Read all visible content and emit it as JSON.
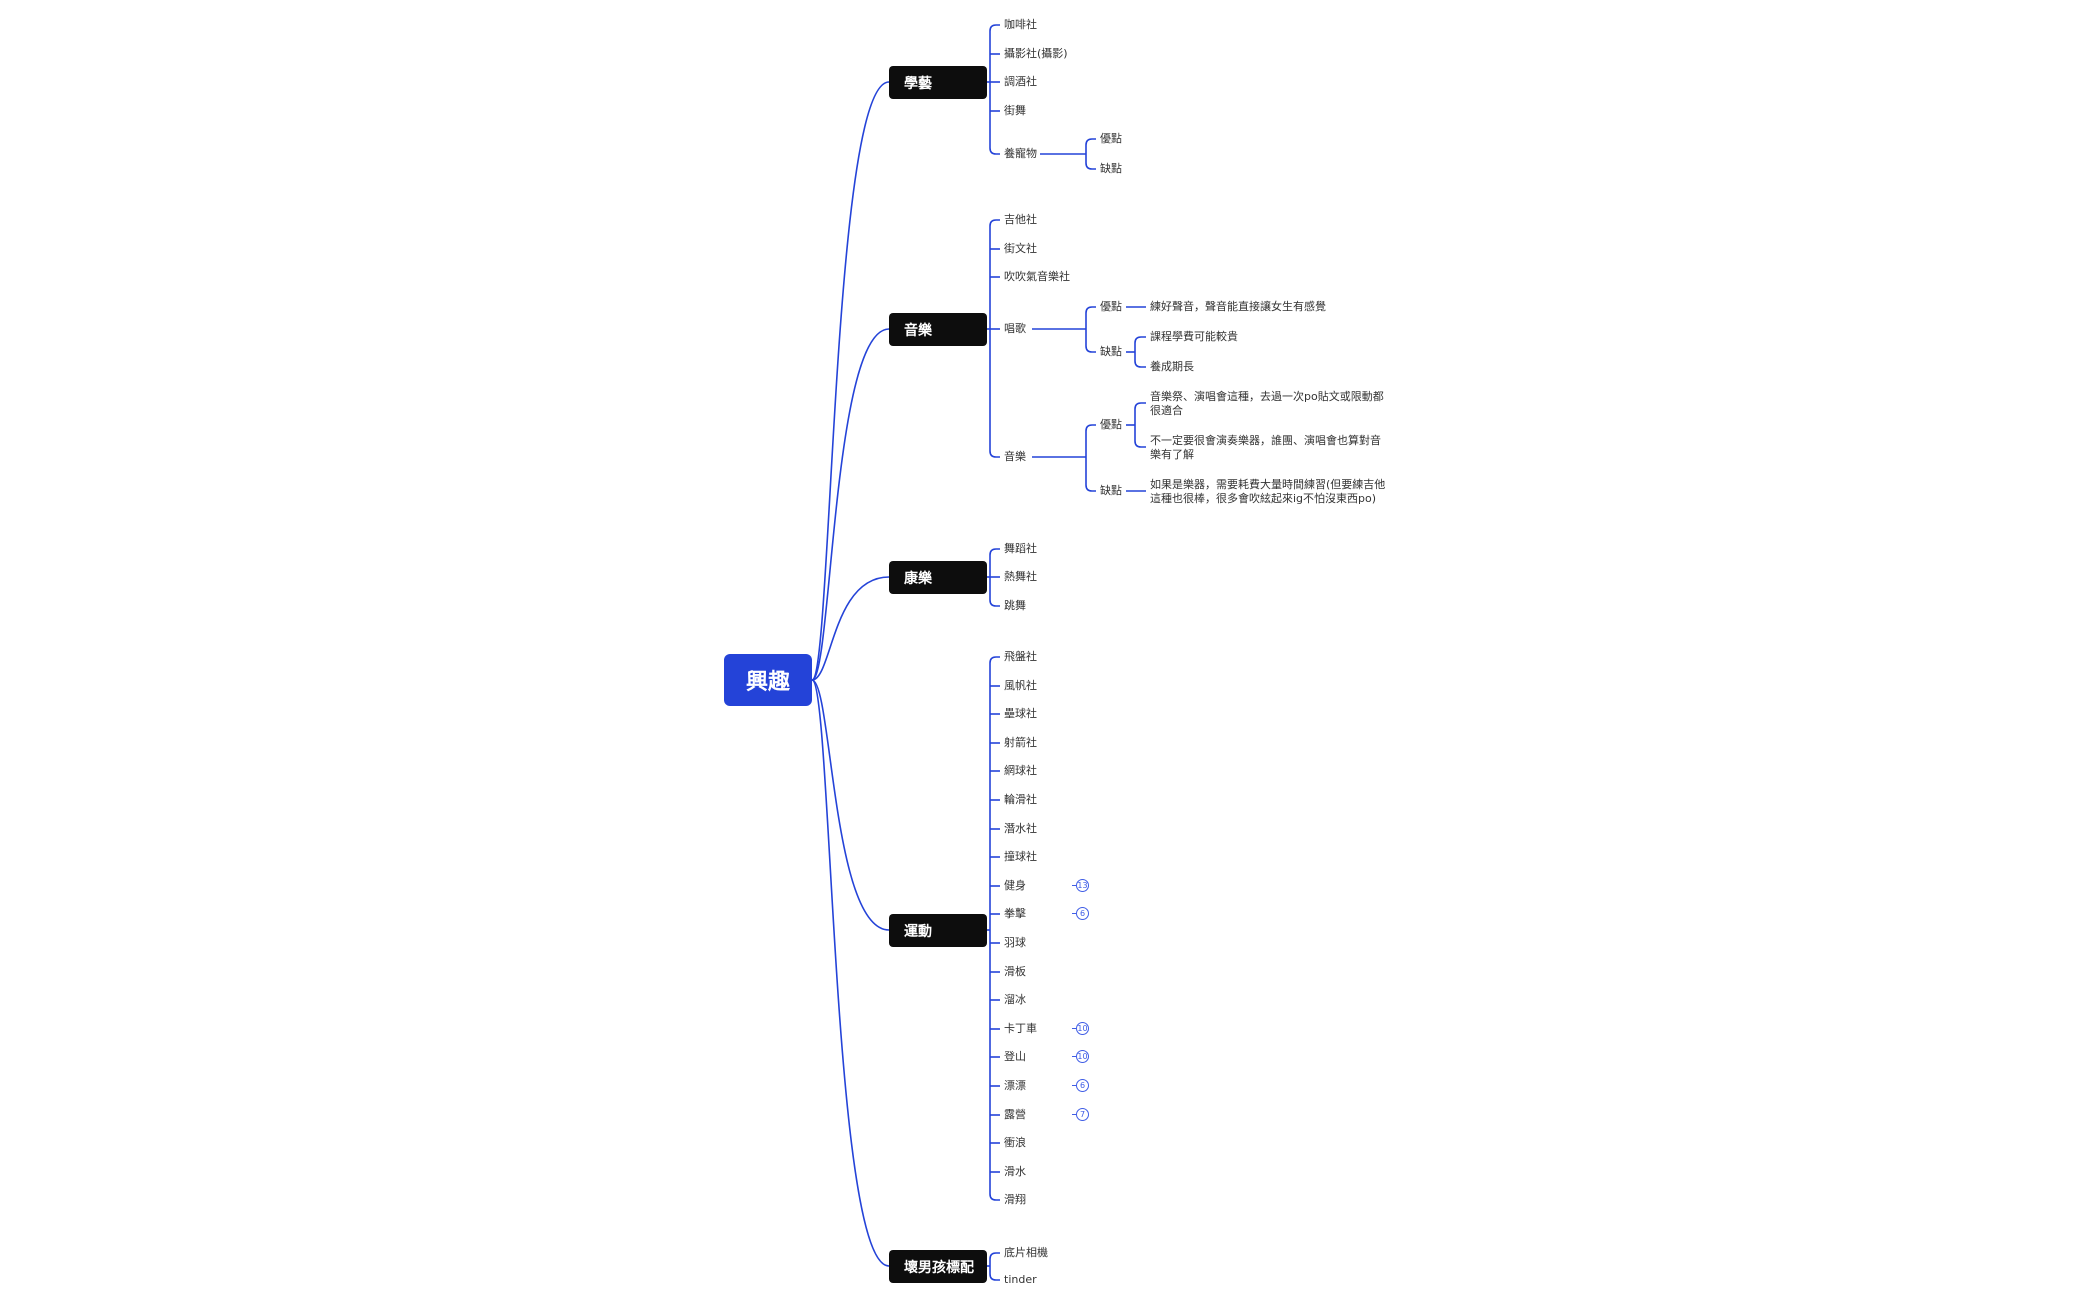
{
  "root": "興趣",
  "categories": [
    {
      "label": "學藝",
      "items": [
        "咖啡社",
        "攝影社(攝影)",
        "調酒社",
        "街舞",
        "養寵物"
      ],
      "pets_sub": [
        "優點",
        "缺點"
      ]
    },
    {
      "label": "音樂",
      "items": [
        "吉他社",
        "街文社",
        "吹吹氣音樂社",
        "唱歌",
        "音樂"
      ],
      "sing_sub": [
        "優點",
        "缺點"
      ],
      "sing_pro": "練好聲音，聲音能直接讓女生有感覺",
      "sing_con": [
        "課程學費可能較貴",
        "養成期長"
      ],
      "music_sub": [
        "優點",
        "缺點"
      ],
      "music_pro": [
        "音樂祭、演唱會這種，去過一次po貼文或限動都很適合",
        "不一定要很會演奏樂器，誰團、演唱會也算對音樂有了解"
      ],
      "music_con": "如果是樂器，需要耗費大量時間練習(但要練吉他這種也很棒，很多會吹絃起來ig不怕沒東西po)"
    },
    {
      "label": "康樂",
      "items": [
        "舞蹈社",
        "熱舞社",
        "跳舞"
      ]
    },
    {
      "label": "運動",
      "items": [
        "飛盤社",
        "風帆社",
        "壘球社",
        "射箭社",
        "網球社",
        "輪滑社",
        "潛水社",
        "撞球社",
        "健身",
        "拳擊",
        "羽球",
        "滑板",
        "溜冰",
        "卡丁車",
        "登山",
        "漂漂",
        "露營",
        "衝浪",
        "滑水",
        "滑翔"
      ],
      "badges": [
        {
          "item": 8,
          "count": "13"
        },
        {
          "item": 9,
          "count": "6"
        },
        {
          "item": 13,
          "count": "10"
        },
        {
          "item": 14,
          "count": "10"
        },
        {
          "item": 15,
          "count": "6"
        },
        {
          "item": 16,
          "count": "7"
        }
      ]
    },
    {
      "label": "壞男孩標配",
      "items": [
        "底片相機",
        "tinder"
      ]
    }
  ],
  "colors": {
    "root": "#2443d8",
    "branch": "#2443d8",
    "category": "#0d0d0d",
    "text": "#333333"
  }
}
